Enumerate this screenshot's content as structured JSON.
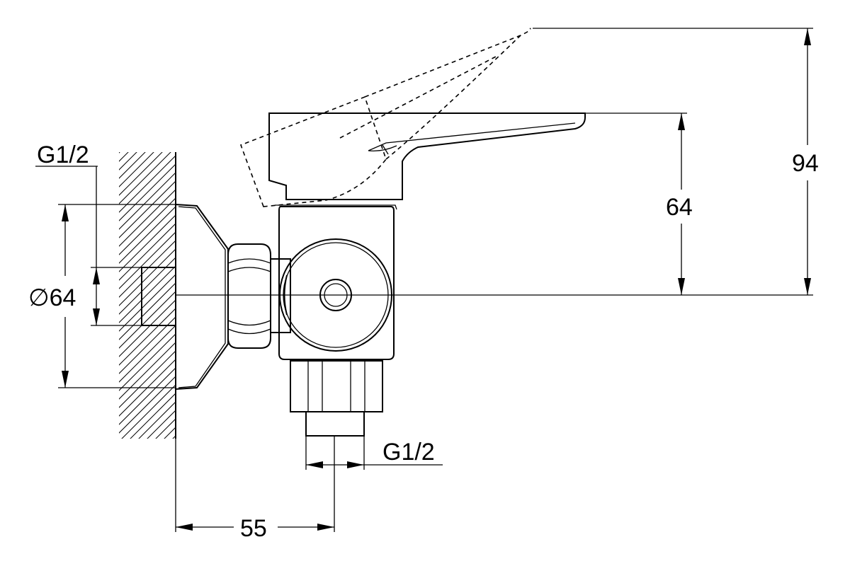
{
  "dimensions": {
    "inlet_thread": "G1/2",
    "flange_diameter": "∅64",
    "outlet_thread": "G1/2",
    "wall_to_outlet": "55",
    "lever_height_closed": "64",
    "lever_height_open": "94"
  }
}
